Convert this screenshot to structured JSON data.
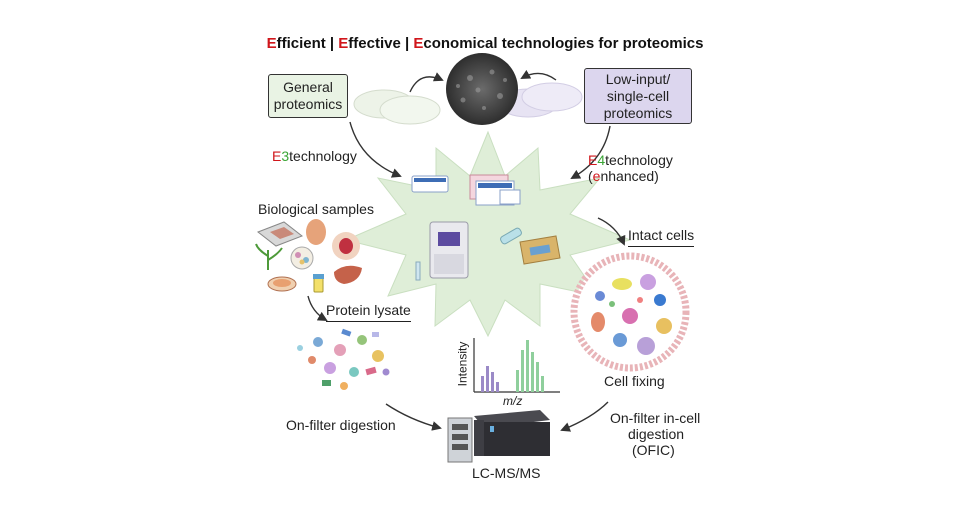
{
  "title": {
    "e1": "E",
    "w1": "fficient | ",
    "e2": "E",
    "w2": "ffective | ",
    "e3": "E",
    "w3": "conomical technologies for proteomics"
  },
  "boxes": {
    "general": "General\nproteomics",
    "lowinput": "Low-input/\nsingle-cell\nproteomics"
  },
  "tech": {
    "e3_letter": "E",
    "e3_num": "3",
    "e3_rest": "technology",
    "e4_letter": "E",
    "e4_num": "4",
    "e4_rest": "technology",
    "e4_paren_open": "(",
    "e4_e": "e",
    "e4_enh": "nhanced)"
  },
  "labels": {
    "biological_samples": "Biological samples",
    "intact_cells": "Intact cells",
    "protein_lysate": "Protein lysate",
    "cell_fixing": "Cell fixing",
    "on_filter_digestion": "On-filter digestion",
    "ofic_line1": "On-filter in-cell",
    "ofic_line2": "digestion",
    "ofic_line3": "(OFIC)",
    "lcms": "LC-MS/MS",
    "intensity": "Intensity",
    "mz": "m/z"
  },
  "colors": {
    "accent_red": "#d0161b",
    "accent_green": "#3aa535",
    "general_box_fill": "#e9f3e4",
    "lowinput_box_fill": "#dcd6ee",
    "star_fill": "#dfeed8",
    "spectrum_purple": "#9b8ac7",
    "spectrum_green": "#8fcf9c"
  }
}
